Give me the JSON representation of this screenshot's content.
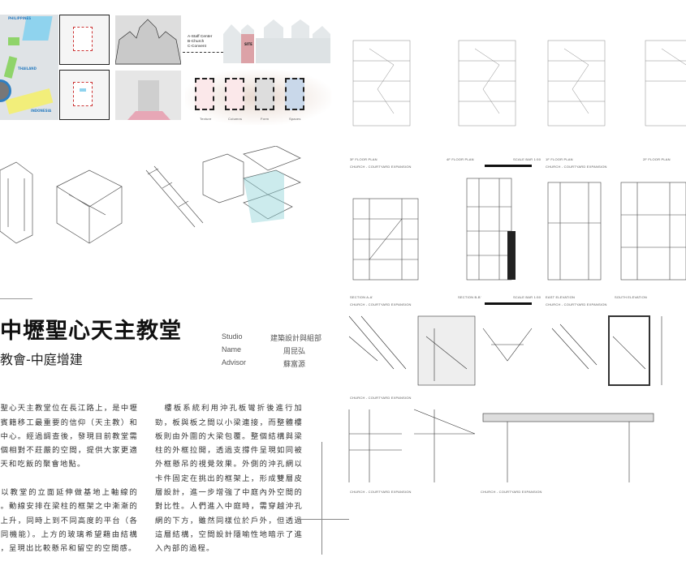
{
  "project": {
    "title": "中壢聖心天主教堂",
    "subtitle": "教會-中庭增建"
  },
  "credits": [
    {
      "label": "Studio",
      "value": "建築設計與組部"
    },
    {
      "label": "Name",
      "value": "周昆弘"
    },
    {
      "label": "Advisor",
      "value": "蘇富源"
    }
  ],
  "body": {
    "col1_p1": "　聖心天主教堂位在長江路上，是中壢律賓籍移工最重要的信仰（天主教）和集中心。經過調查後，發現目前教堂需一個相對不莊嚴的空間，提供大家更適聊天和吃飯的聚會地點。",
    "col1_p2": "　以教堂的立面延伸做基地上軸線的參。動線安排在梁柱的框架之中漸漸的螺上升，同時上到不同高度的平台（各有同機能）。上方的玻璃希望藉由結構支，呈現出比較懸吊和留空的空間感。",
    "col2": "　樓板系統利用沖孔板彎折後進行加勁，板與板之間以小梁連接，而整體樓板則由外圍的大梁包覆。整個結構與梁柱的外框拉開，透過支撐件呈現如同被外框懸吊的視覺效果。外側的沖孔網以卡件固定在挑出的框架上，形成雙層皮層設計，進一步增強了中庭內外空間的對比性。人們進入中庭時，需穿越沖孔網的下方，雖然同樣位於戶外，但透過這層結構，空間設計隱喻性地暗示了進入內部的過程。"
  },
  "site_map": {
    "labels": [
      "PHILIPPINES",
      "THAILAND",
      "INDONESIA"
    ]
  },
  "legend": [
    "A-Staff Center",
    "B-Church",
    "C-Convent"
  ],
  "elevation_tag": "SITE",
  "diagrams": [
    "Texture",
    "Columns",
    "Form",
    "Spaces"
  ],
  "plans": [
    {
      "name": "3F FLOOR PLAN",
      "sub": "CHURCH - COURTYARD EXPANSION"
    },
    {
      "name": "4F FLOOR PLAN",
      "sub": "SCALE BAR 1:50"
    },
    {
      "name": "1F FLOOR PLAN",
      "sub": "CHURCH - COURTYARD EXPANSION"
    },
    {
      "name": "2F FLOOR PLAN",
      "sub": ""
    }
  ],
  "sections": [
    {
      "name": "SECTION A-A'",
      "sub": "CHURCH - COURTYARD EXPANSION"
    },
    {
      "name": "SECTION B-B'",
      "sub": "SCALE BAR 1:50"
    },
    {
      "name": "EAST ELEVATION",
      "sub": "CHURCH - COURTYARD EXPANSION"
    },
    {
      "name": "SOUTH ELEVATION",
      "sub": ""
    }
  ],
  "details_caption": "CHURCH - COURTYARD EXPANSION",
  "colors": {
    "map_blue": "#8fd3ee",
    "map_green": "#8fd46a",
    "map_yellow": "#f2ee7a",
    "site_red": "#d9848a",
    "route": "#2e7fc1"
  }
}
